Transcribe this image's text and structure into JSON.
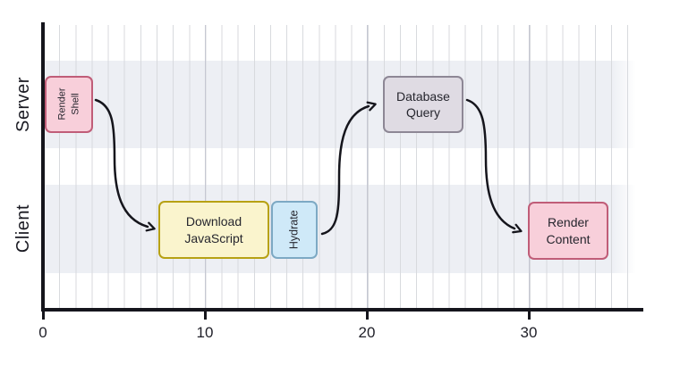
{
  "diagram": {
    "lanes": [
      {
        "label": "Server"
      },
      {
        "label": "Client"
      }
    ],
    "boxes": [
      {
        "id": "render-shell",
        "label": "Render\nShell",
        "lane": "Server",
        "start": 0,
        "end": 3,
        "fill": "#f8cfda",
        "border": "#c05d78",
        "text_orientation": "vertical"
      },
      {
        "id": "download-js",
        "label": "Download\nJavaScript",
        "lane": "Client",
        "start": 7,
        "end": 14,
        "fill": "#faf4cd",
        "border": "#b7a114",
        "text_orientation": "horizontal"
      },
      {
        "id": "hydrate",
        "label": "Hydrate",
        "lane": "Client",
        "start": 14,
        "end": 17,
        "fill": "#cfe9f8",
        "border": "#7da9c4",
        "text_orientation": "vertical"
      },
      {
        "id": "database-query",
        "label": "Database\nQuery",
        "lane": "Server",
        "start": 21,
        "end": 26,
        "fill": "#dfdbe3",
        "border": "#8d8795",
        "text_orientation": "horizontal"
      },
      {
        "id": "render-content",
        "label": "Render\nContent",
        "lane": "Client",
        "start": 30,
        "end": 35,
        "fill": "#f8cfda",
        "border": "#c05d78",
        "text_orientation": "horizontal"
      }
    ],
    "arrows": [
      {
        "from": "Render Shell",
        "to": "Download JavaScript"
      },
      {
        "from": "Hydrate",
        "to": "Database Query"
      },
      {
        "from": "Database Query",
        "to": "Render Content"
      }
    ],
    "axis": {
      "ticks": [
        "0",
        "10",
        "20",
        "30"
      ],
      "range": [
        0,
        37
      ]
    },
    "colors": {
      "band": "#edeff4",
      "gridline_minor": "#d8dade",
      "gridline_major": "#c5c7d2",
      "axis": "#15151c",
      "arrow": "#15151c"
    }
  },
  "chart_data": {
    "type": "table",
    "subtype": "gantt-timeline",
    "title": "",
    "xlabel": "",
    "xlim": [
      0,
      37
    ],
    "x_ticks": [
      0,
      10,
      20,
      30
    ],
    "lanes": [
      "Server",
      "Client"
    ],
    "grid": "vertical, minor every 1 unit, major every 10 units",
    "tasks": [
      {
        "label": "Render Shell",
        "lane": "Server",
        "start": 0,
        "end": 3
      },
      {
        "label": "Download JavaScript",
        "lane": "Client",
        "start": 7,
        "end": 14
      },
      {
        "label": "Hydrate",
        "lane": "Client",
        "start": 14,
        "end": 17
      },
      {
        "label": "Database Query",
        "lane": "Server",
        "start": 21,
        "end": 26
      },
      {
        "label": "Render Content",
        "lane": "Client",
        "start": 30,
        "end": 35
      }
    ],
    "flow": [
      "Render Shell -> Download JavaScript",
      "Hydrate -> Database Query",
      "Database Query -> Render Content"
    ]
  }
}
